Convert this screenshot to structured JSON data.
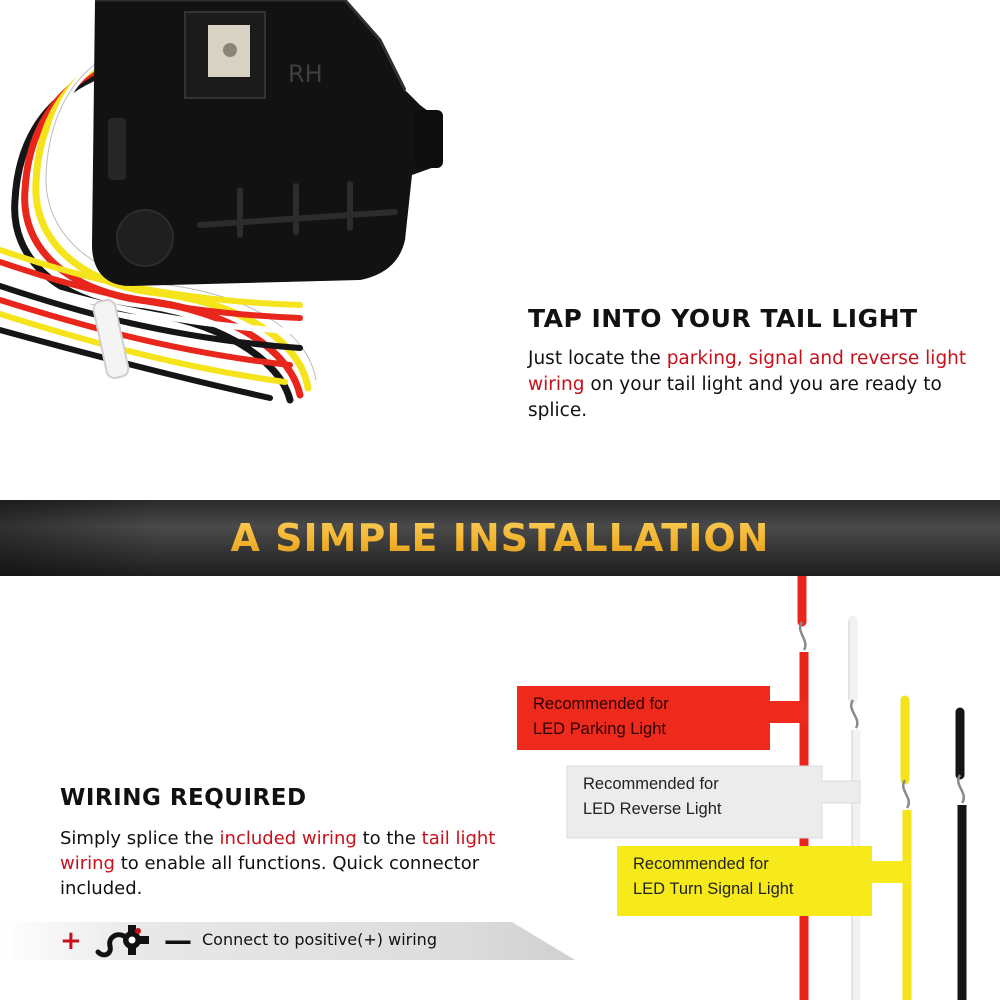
{
  "photo": {
    "housing_label": "RH"
  },
  "tap_section": {
    "heading": "TAP INTO YOUR TAIL LIGHT",
    "body_part1": "Just locate the ",
    "body_highlight": "parking, signal and reverse light wiring",
    "body_part2": " on your tail light and you are ready to splice."
  },
  "banner": {
    "title": "A SIMPLE INSTALLATION"
  },
  "wiring_section": {
    "heading": "WIRING REQUIRED",
    "body_part1": "Simply splice the ",
    "body_highlight1": "included wiring",
    "body_part2": " to the ",
    "body_highlight2": "tail light wiring",
    "body_part3": " to enable all functions. Quick connector included."
  },
  "connect": {
    "plus": "+",
    "minus": "—",
    "text": "Connect to positive(+) wiring",
    "icon": "quick-connector-icon"
  },
  "tags": [
    {
      "line1": "Recommended for",
      "line2": "LED Parking Light",
      "color": "#ee2a1c"
    },
    {
      "line1": "Recommended for",
      "line2": "LED Reverse Light",
      "color": "#ededed"
    },
    {
      "line1": "Recommended for",
      "line2": "LED Turn Signal Light",
      "color": "#f7ea1a"
    }
  ],
  "colors": {
    "accent_red": "#c8101b",
    "banner_gold": "#f2b22c",
    "wire_red": "#e8261b",
    "wire_white": "#f2f2f2",
    "wire_yellow": "#f5e41c",
    "wire_black": "#151515"
  }
}
